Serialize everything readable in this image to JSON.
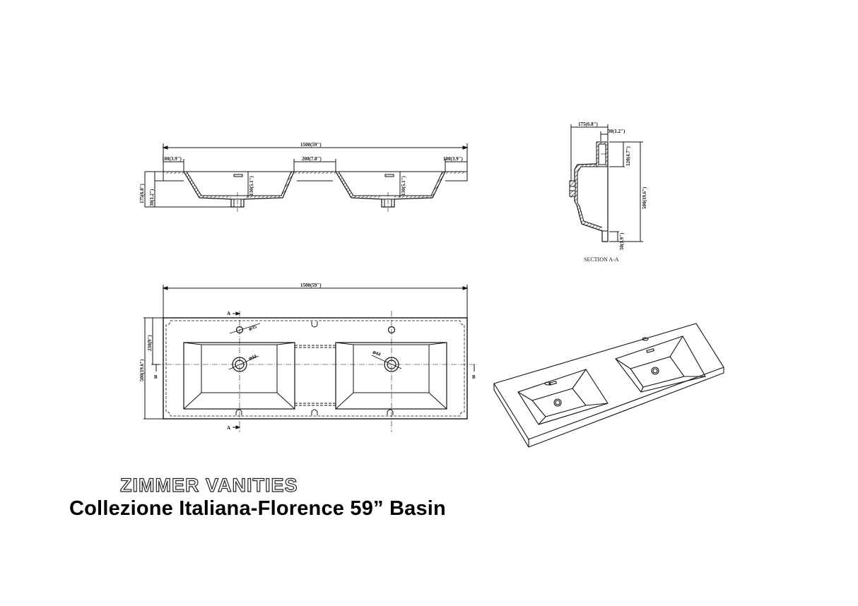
{
  "drawing": {
    "front_section": {
      "overall_width": "1500(59\")",
      "left_edge": "100(3.9\")",
      "center_gap": "200(7.8\")",
      "right_edge": "100(3.9\")",
      "total_height": "175(6.8\")",
      "rim_thickness": "30(1.2\")",
      "basin_depth_left": "130(5.1\")",
      "basin_depth_right": "130(5.1\")"
    },
    "section_a_a": {
      "label": "SECTION A-A",
      "depth": "175(6.8\")",
      "rim": "30(1.2\")",
      "back_ledge": "120(4.7\")",
      "overall_depth": "500(19.6\")",
      "front_lip": "50(1.9\")"
    },
    "top_view": {
      "overall_width": "1500(59\")",
      "overall_depth": "500(19.6\")",
      "faucet_offset": "230(9\")",
      "faucet_hole": "⌀35",
      "drain_left": "⌀44",
      "drain_right": "⌀44",
      "section_marker_a": "A",
      "section_marker_b": "B"
    }
  },
  "branding": {
    "brand": "ZIMMER VANITIES",
    "product_title": "Collezione Italiana-Florence 59” Basin"
  }
}
